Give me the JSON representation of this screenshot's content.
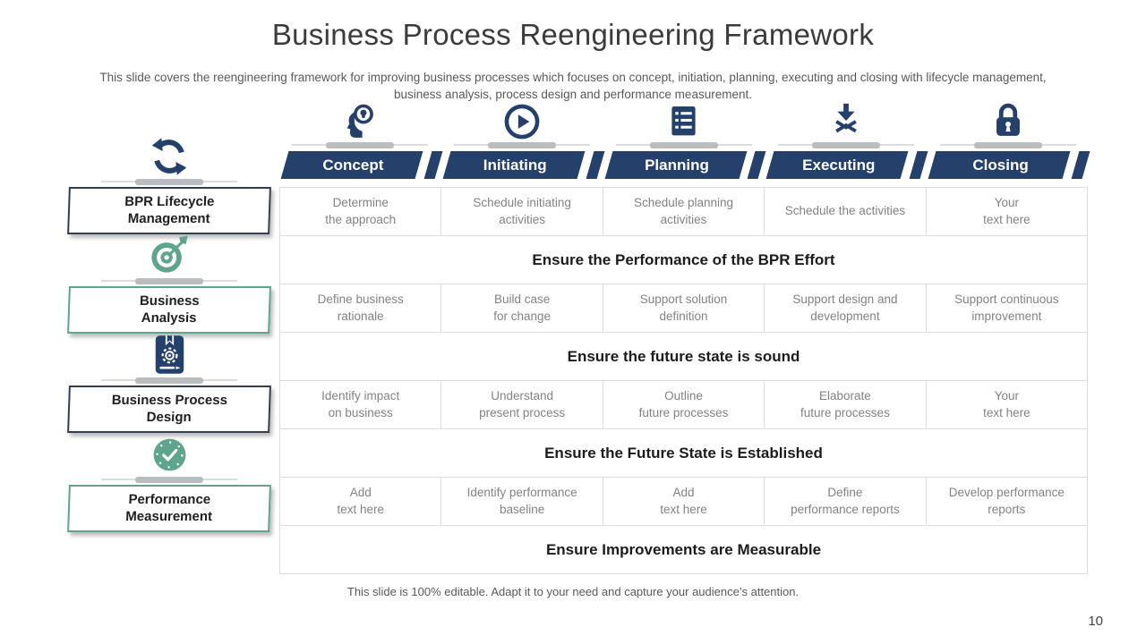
{
  "slide": {
    "title": "Business Process Reengineering Framework",
    "subtitle": "This slide covers the reengineering framework for improving business processes which focuses on concept, initiation, planning, executing and closing with lifecycle management, business analysis, process design and performance measurement.",
    "footer": "This slide is 100% editable. Adapt it to your need and capture your audience’s attention.",
    "page_number": "10"
  },
  "colors": {
    "navy": "#24406B",
    "teal": "#5FA48D",
    "dark_accent": "#333f50",
    "grid_border": "#dcdcdc",
    "cell_text": "#828282"
  },
  "phases": [
    {
      "label": "Concept",
      "icon": "idea-head-icon"
    },
    {
      "label": "Initiating",
      "icon": "play-circle-icon"
    },
    {
      "label": "Planning",
      "icon": "checklist-icon"
    },
    {
      "label": "Executing",
      "icon": "deploy-arrow-icon"
    },
    {
      "label": "Closing",
      "icon": "padlock-icon"
    }
  ],
  "categories": [
    {
      "label": "BPR Lifecycle\nManagement",
      "icon": "refresh-cycle-icon",
      "accent": "#333f50"
    },
    {
      "label": "Business\nAnalysis",
      "icon": "target-arrow-icon",
      "accent": "#5FA48D"
    },
    {
      "label": "Business Process\nDesign",
      "icon": "process-design-book-icon",
      "accent": "#333f50"
    },
    {
      "label": "Performance\nMeasurement",
      "icon": "clock-check-icon",
      "accent": "#5FA48D"
    }
  ],
  "matrix": [
    {
      "cells": [
        "Determine\nthe approach",
        "Schedule initiating\nactivities",
        "Schedule planning\nactivities",
        "Schedule the activities",
        "Your\ntext here"
      ],
      "summary": "Ensure the Performance of the BPR Effort"
    },
    {
      "cells": [
        "Define business\nrationale",
        "Build case\nfor change",
        "Support solution\ndefinition",
        "Support design and\ndevelopment",
        "Support continuous\nimprovement"
      ],
      "summary": "Ensure the future state is sound"
    },
    {
      "cells": [
        "Identify impact\non business",
        "Understand\npresent process",
        "Outline\nfuture processes",
        "Elaborate\nfuture processes",
        "Your\ntext here"
      ],
      "summary": "Ensure the Future State is Established"
    },
    {
      "cells": [
        "Add\ntext here",
        "Identify performance\nbaseline",
        "Add\ntext here",
        "Define\nperformance reports",
        "Develop performance\nreports"
      ],
      "summary": "Ensure Improvements are Measurable"
    }
  ]
}
